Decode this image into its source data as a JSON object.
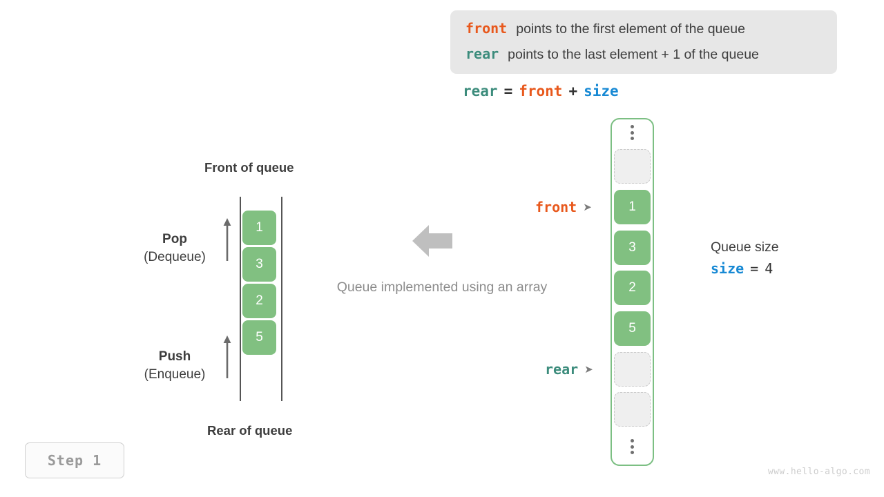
{
  "info_box": {
    "lines": [
      {
        "keyword": "front",
        "keyword_color": "#e8581c",
        "text": "points to the first element of the queue"
      },
      {
        "keyword": "rear",
        "keyword_color": "#3c8c7c",
        "text": "points to the last element + 1 of the queue"
      }
    ]
  },
  "formula": {
    "lhs": "rear",
    "eq": "=",
    "rhs1": "front",
    "plus": "+",
    "rhs2": "size"
  },
  "queue_diagram": {
    "front_label": "Front of queue",
    "rear_label": "Rear of queue",
    "cells": [
      "1",
      "3",
      "2",
      "5"
    ],
    "operations": [
      {
        "title": "Pop",
        "sub": "(Dequeue)"
      },
      {
        "title": "Push",
        "sub": "(Enqueue)"
      }
    ]
  },
  "center": {
    "caption": "Queue implemented using an array",
    "arrow_direction": "left",
    "arrow_color": "#bfbfbf"
  },
  "array_diagram": {
    "cells": [
      {
        "type": "dots",
        "value": ""
      },
      {
        "type": "empty",
        "value": ""
      },
      {
        "type": "filled",
        "value": "1"
      },
      {
        "type": "filled",
        "value": "3"
      },
      {
        "type": "filled",
        "value": "2"
      },
      {
        "type": "filled",
        "value": "5"
      },
      {
        "type": "empty",
        "value": ""
      },
      {
        "type": "empty",
        "value": ""
      },
      {
        "type": "dots",
        "value": ""
      }
    ],
    "pointers": [
      {
        "label": "front",
        "color": "#e8581c",
        "arrow": "➤"
      },
      {
        "label": "rear",
        "color": "#3c8c7c",
        "arrow": "➤"
      }
    ],
    "frame_color": "#7cbf83",
    "filled_color": "#81c081"
  },
  "size_block": {
    "title": "Queue size",
    "var": "size",
    "eq": "=",
    "value": "4"
  },
  "step_badge": {
    "label": "Step 1"
  },
  "watermark": {
    "text": "www.hello-algo.com"
  }
}
